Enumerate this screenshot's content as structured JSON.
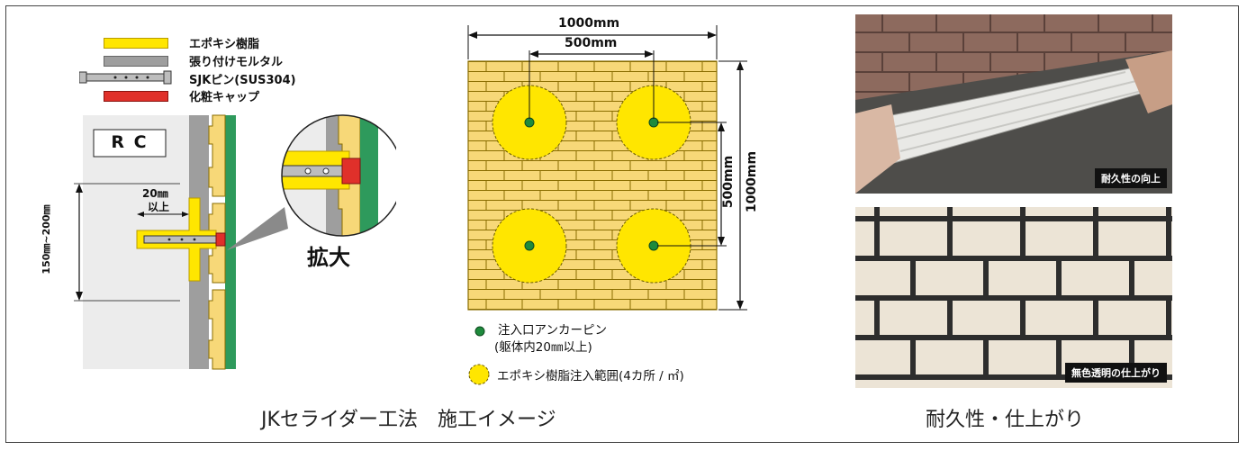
{
  "legend": {
    "epoxy": "エポキシ樹脂",
    "mortar": "張り付けモルタル",
    "pin": "SJKピン(SUS304)",
    "cap": "化粧キャップ"
  },
  "section_diagram": {
    "rc_label": "R C",
    "depth_value": "20㎜",
    "depth_suffix": "以上",
    "spacing_label": "150㎜~200㎜",
    "zoom_label": "拡大"
  },
  "plan_diagram": {
    "width_total": "1000mm",
    "width_spacing": "500mm",
    "height_spacing": "500mm",
    "height_total": "1000mm",
    "legend_pin_line1": "注入口アンカーピン",
    "legend_pin_line2": "(躯体内20㎜以上)",
    "legend_epoxy": "エポキシ樹脂注入範囲(4カ所 / ㎡)"
  },
  "photos": {
    "top_badge": "耐久性の向上",
    "bottom_badge": "無色透明の仕上がり"
  },
  "captions": {
    "left": "JKセライダー工法　施工イメージ",
    "right": "耐久性・仕上がり"
  },
  "colors": {
    "epoxy_yellow": "#ffe600",
    "tile_yellow": "#f7d878",
    "mortar_gray": "#9e9e9e",
    "finish_green": "#2e9a5c",
    "cap_red": "#e0302a",
    "pin_green": "#1e8a3c"
  }
}
